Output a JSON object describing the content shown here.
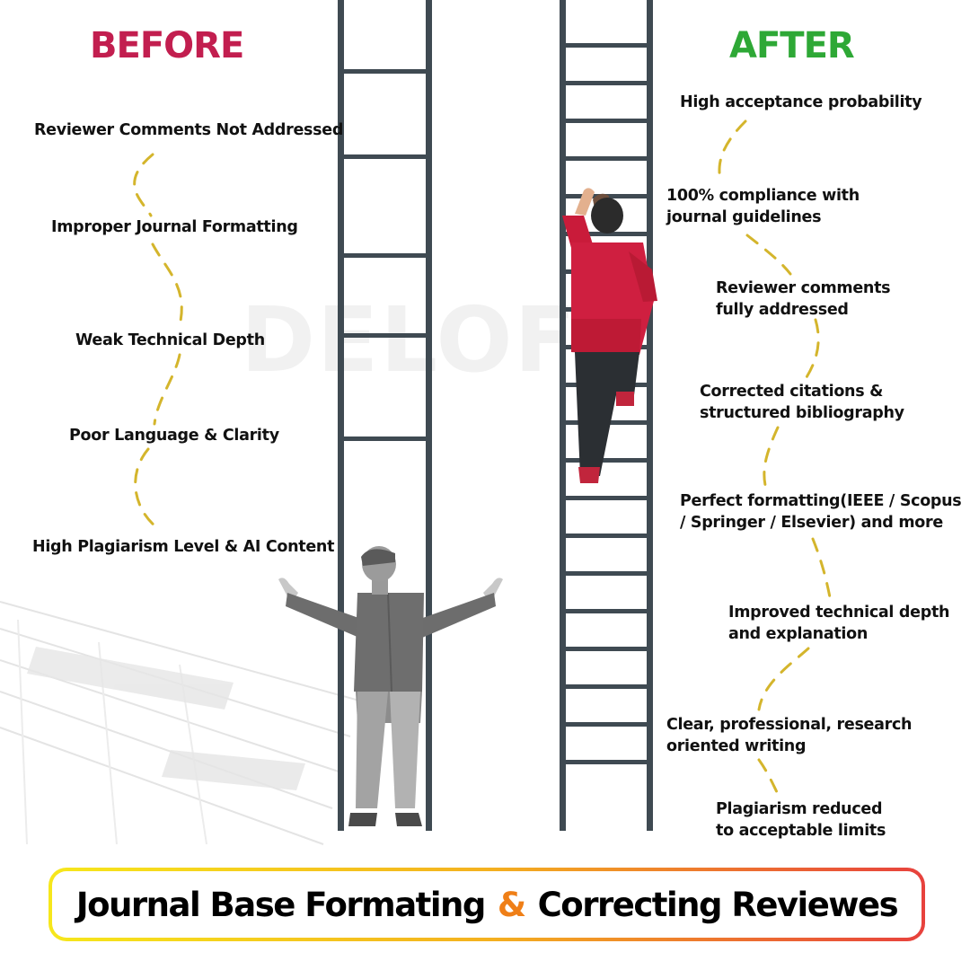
{
  "before": {
    "title": "BEFORE",
    "items": [
      "Reviewer Comments Not Addressed",
      "Improper Journal Formatting",
      "Weak Technical Depth",
      "Poor Language & Clarity",
      "High Plagiarism Level & AI Content"
    ]
  },
  "after": {
    "title": "AFTER",
    "items": [
      [
        "High acceptance probability"
      ],
      [
        "100% compliance with",
        "journal guidelines"
      ],
      [
        "Reviewer comments",
        "fully addressed"
      ],
      [
        "Corrected citations &",
        "structured bibliography"
      ],
      [
        "Perfect formatting(IEEE / Scopus",
        "/ Springer / Elsevier) and more"
      ],
      [
        "Improved technical depth",
        "and explanation"
      ],
      [
        "Clear, professional, research",
        "oriented writing"
      ],
      [
        "Plagiarism reduced",
        "to acceptable limits"
      ]
    ]
  },
  "watermark": "DELOFE",
  "banner": {
    "part1": "Journal Base Formating",
    "amp": "&",
    "part2": "Correcting  Reviewes"
  },
  "colors": {
    "before": "#c21e4f",
    "after": "#2ea836",
    "ladder": "#3f4a52",
    "dash": "#d4b52c",
    "climber_jacket": "#d11f3f",
    "ampersand": "#ef7f17"
  },
  "icons": {
    "left_figure": "person-shrugging-icon",
    "right_figure": "person-climbing-icon"
  }
}
